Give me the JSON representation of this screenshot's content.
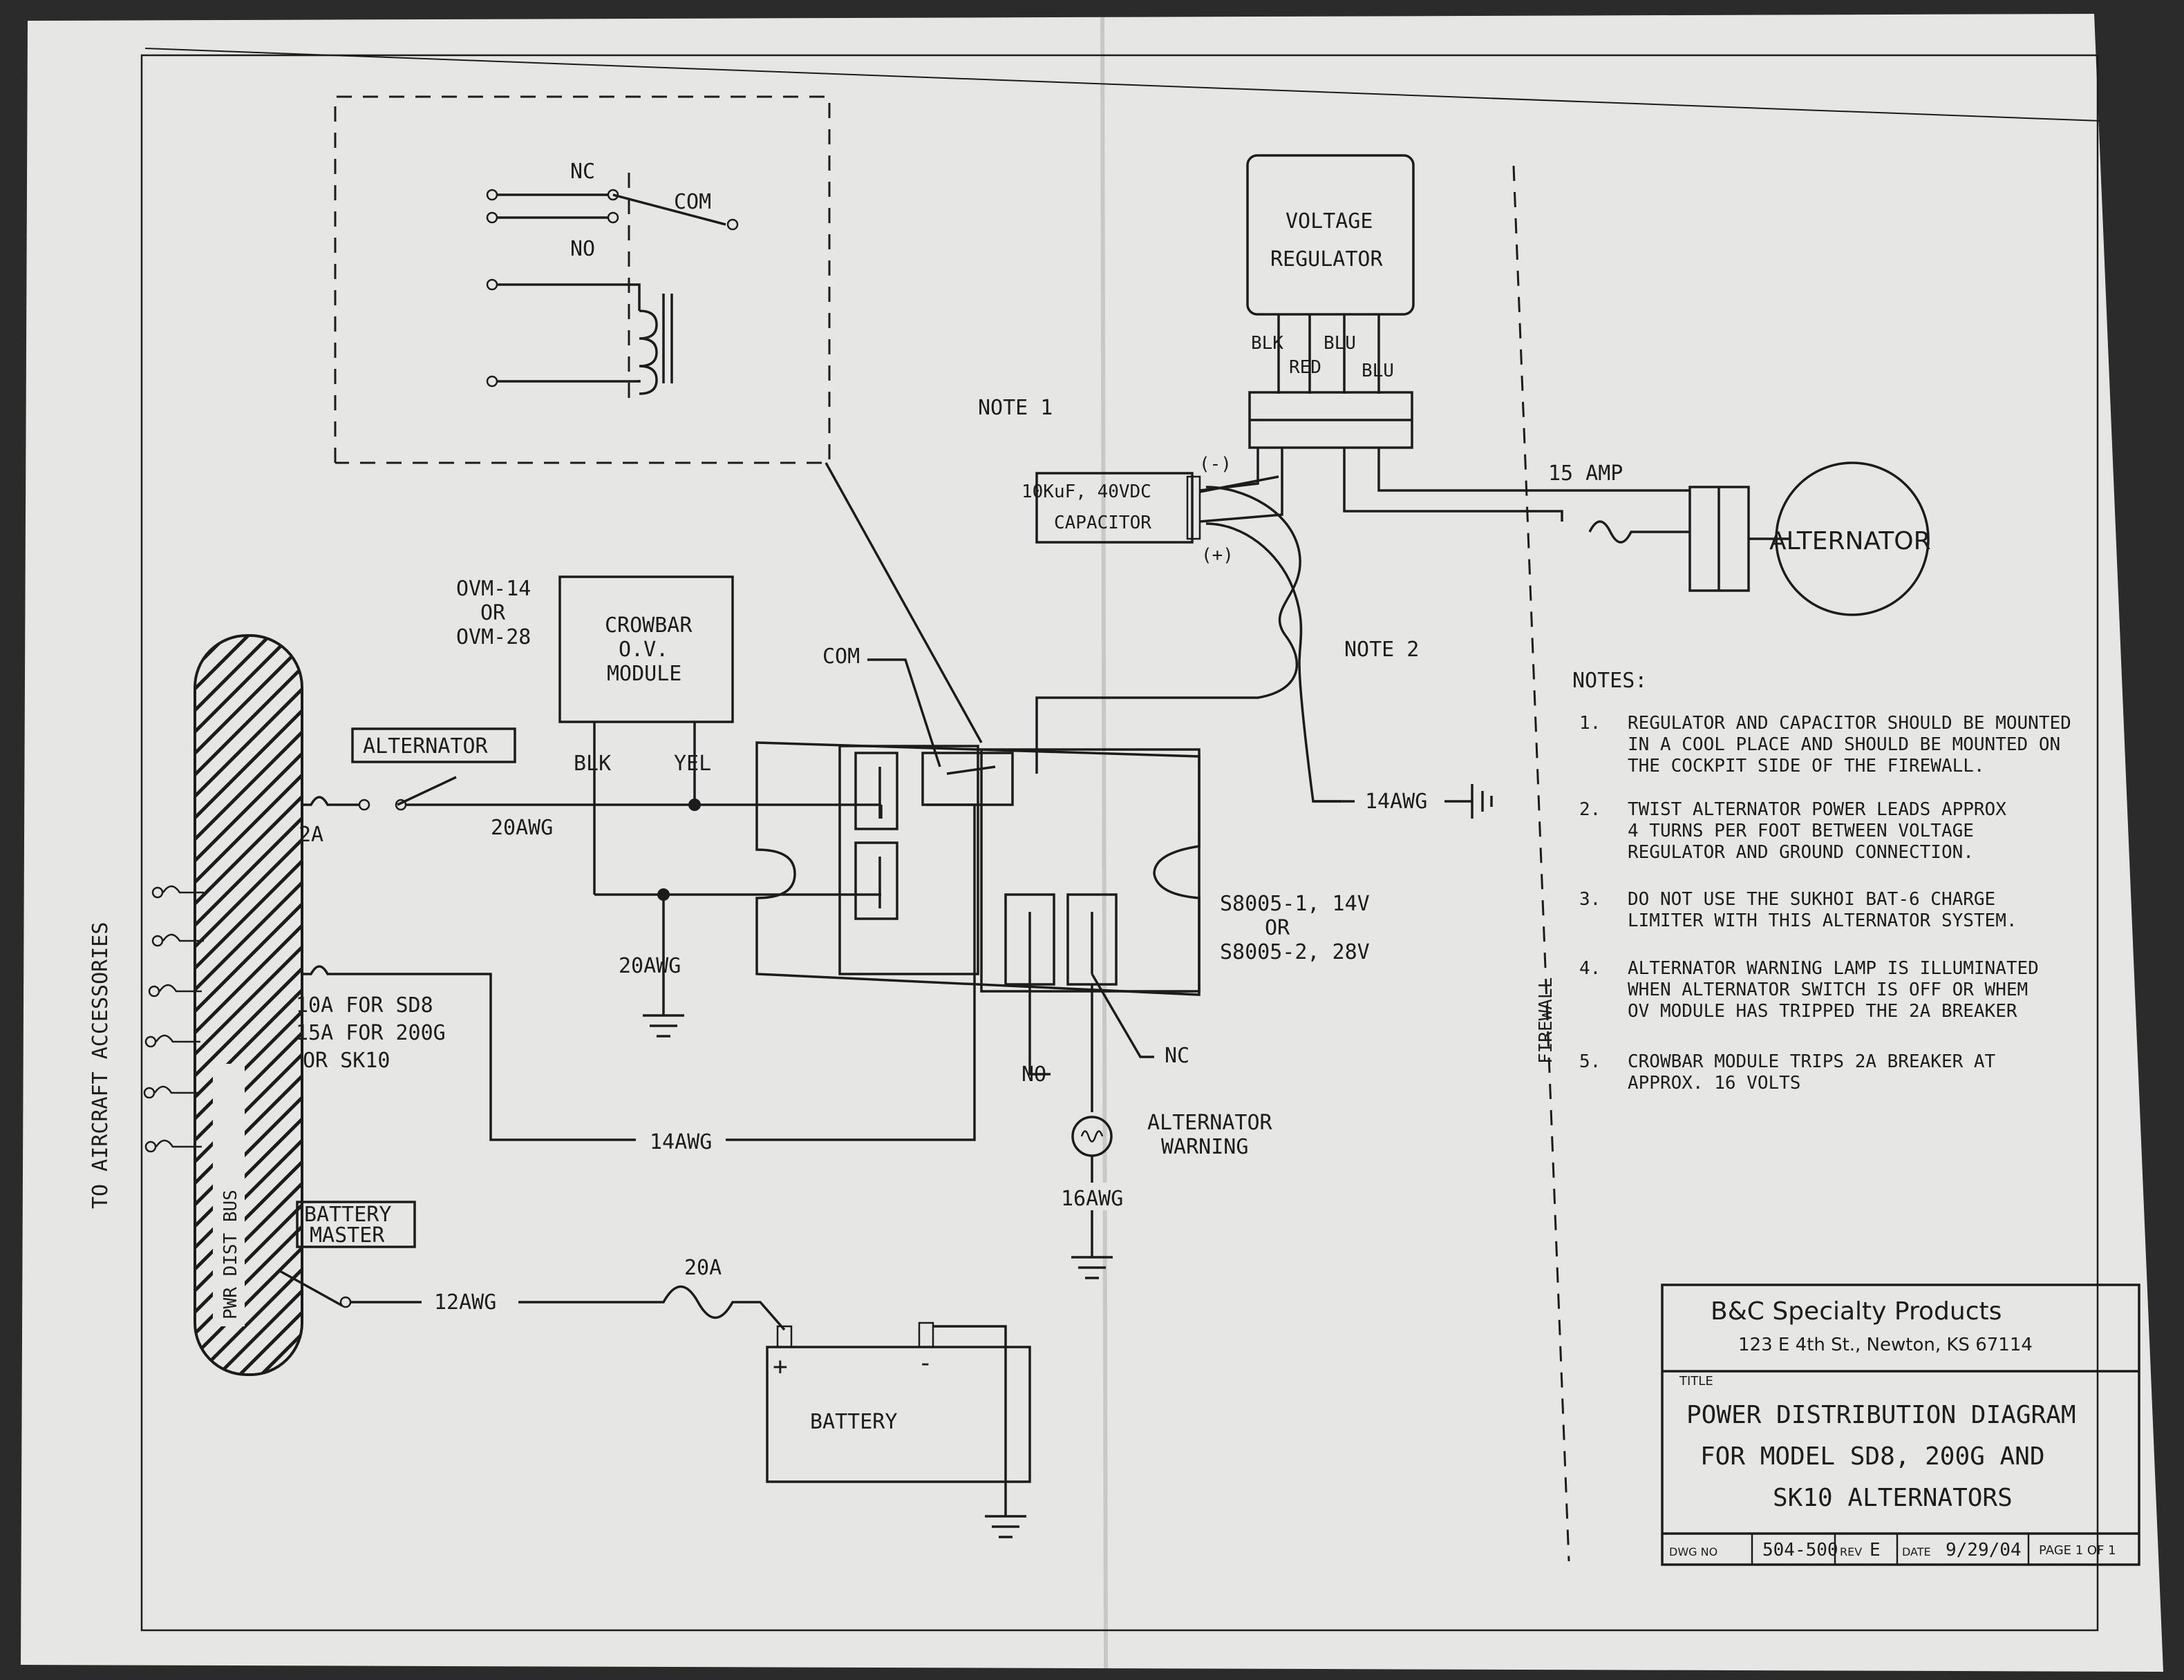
{
  "relay_box": {
    "nc": "NC",
    "com": "COM",
    "no": "NO"
  },
  "notes_refs": {
    "note1": "NOTE 1",
    "note2": "NOTE 2"
  },
  "regulator": {
    "line1": "VOLTAGE",
    "line2": "REGULATOR",
    "blk": "BLK",
    "blu1": "BLU",
    "red": "RED",
    "blu2": "BLU"
  },
  "capacitor": {
    "line1": "10KuF, 40VDC",
    "line2": "CAPACITOR",
    "neg": "(-)",
    "pos": "(+)"
  },
  "fuse_15": "15 AMP",
  "alternator": "ALTERNATOR",
  "ovm": {
    "l1": "OVM-14",
    "l2": "OR",
    "l3": "OVM-28"
  },
  "crowbar": {
    "l1": "CROWBAR",
    "l2": "O.V.",
    "l3": "MODULE",
    "blk": "BLK",
    "yel": "YEL"
  },
  "com_label": "COM",
  "alt_switch": "ALTERNATOR",
  "wires": {
    "a2": "2A",
    "awg20a": "20AWG",
    "awg20b": "20AWG",
    "awg14a": "14AWG",
    "awg14b": "14AWG",
    "awg16": "16AWG",
    "awg12": "12AWG",
    "a20": "20A"
  },
  "breaker_note": {
    "l1": "10A FOR SD8",
    "l2": "15A FOR 200G",
    "l3": "OR SK10"
  },
  "contactor": {
    "l1": "S8005-1, 14V",
    "l2": "OR",
    "l3": "S8005-2, 28V",
    "no": "NO",
    "nc": "NC"
  },
  "warning": {
    "l1": "ALTERNATOR",
    "l2": "WARNING"
  },
  "bus": {
    "name": "PWR DIST BUS",
    "accessories": "TO AIRCRAFT ACCESSORIES"
  },
  "battery_master": {
    "l1": "BATTERY",
    "l2": "MASTER"
  },
  "battery": {
    "label": "BATTERY",
    "plus": "+",
    "minus": "-"
  },
  "firewall": "FIREWALL",
  "notes": {
    "heading": "NOTES:",
    "items": [
      {
        "num": "1.",
        "lines": [
          "REGULATOR AND CAPACITOR SHOULD BE MOUNTED",
          "IN A COOL PLACE AND SHOULD BE MOUNTED ON",
          "THE COCKPIT SIDE OF THE FIREWALL."
        ]
      },
      {
        "num": "2.",
        "lines": [
          "TWIST ALTERNATOR POWER LEADS APPROX",
          "4 TURNS PER FOOT BETWEEN VOLTAGE",
          "REGULATOR AND GROUND CONNECTION."
        ]
      },
      {
        "num": "3.",
        "lines": [
          "DO NOT USE THE SUKHOI BAT-6 CHARGE",
          "LIMITER WITH THIS ALTERNATOR SYSTEM."
        ]
      },
      {
        "num": "4.",
        "lines": [
          "ALTERNATOR WARNING LAMP IS ILLUMINATED",
          "WHEN ALTERNATOR SWITCH IS OFF OR WHEM",
          "OV MODULE HAS TRIPPED THE 2A BREAKER"
        ]
      },
      {
        "num": "5.",
        "lines": [
          "CROWBAR MODULE TRIPS 2A BREAKER AT",
          "APPROX. 16 VOLTS"
        ]
      }
    ]
  },
  "title_block": {
    "company": "B&C Specialty Products",
    "address": "123 E 4th St., Newton, KS 67114",
    "title_label": "TITLE",
    "title_lines": [
      "POWER DISTRIBUTION DIAGRAM",
      "FOR MODEL SD8, 200G AND",
      "SK10 ALTERNATORS"
    ],
    "dwg_label": "DWG NO",
    "dwg": "504-500",
    "rev_label": "REV",
    "rev": "E",
    "date_label": "DATE",
    "date": "9/29/04",
    "page": "PAGE 1 OF 1"
  }
}
